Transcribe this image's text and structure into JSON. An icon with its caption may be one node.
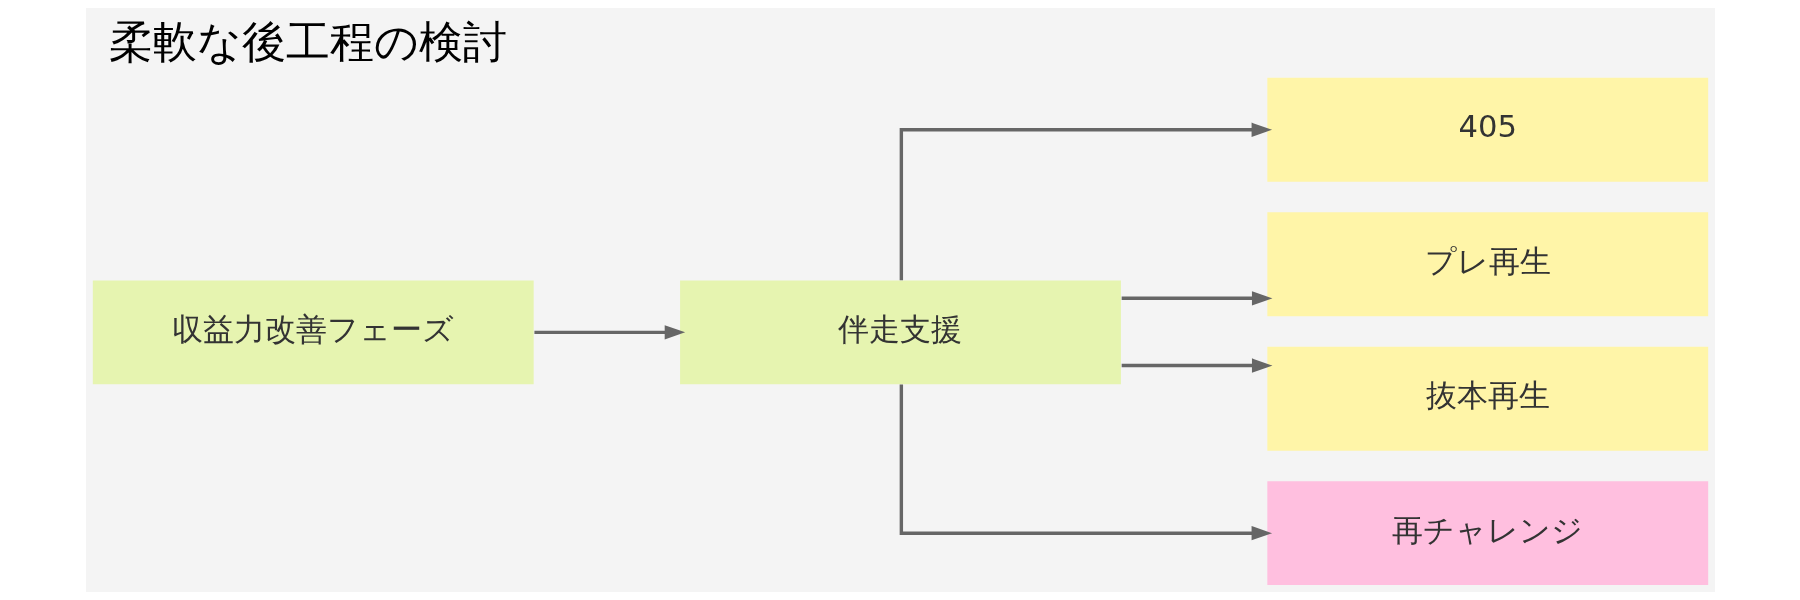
{
  "diagram": {
    "title": "柔軟な後工程の検討",
    "nodes": [
      {
        "text": [
          "収益力改善フェーズ"
        ]
      },
      {
        "text": [
          "伴走支援"
        ]
      },
      {
        "text": [
          "405"
        ]
      },
      {
        "text": [
          "プレ再生"
        ]
      },
      {
        "text": [
          "抜本再生"
        ]
      },
      {
        "text": [
          "再チャレンジ"
        ]
      }
    ],
    "edges": [
      {
        "from": 0,
        "to": 1,
        "arrow": "to"
      },
      {
        "from": 1,
        "to": 2,
        "arrow": "to"
      },
      {
        "from": 1,
        "to": 3,
        "arrow": "to"
      },
      {
        "from": 1,
        "to": 4,
        "arrow": "to"
      },
      {
        "from": 1,
        "to": 5,
        "arrow": "to"
      }
    ]
  }
}
